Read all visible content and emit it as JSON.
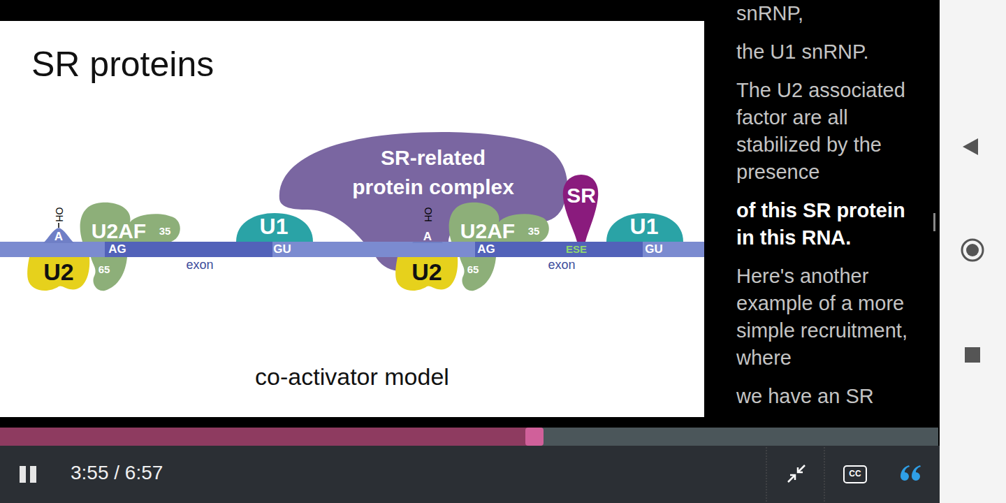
{
  "diagram": {
    "title": "SR proteins",
    "caption": "co-activator model",
    "nodes": [
      {
        "text": [
          "U2AF",
          "35",
          "65"
        ]
      },
      {
        "text": [
          "U2"
        ]
      },
      {
        "text": [
          "U1"
        ]
      },
      {
        "text": [
          "SR-related protein complex"
        ]
      },
      {
        "text": [
          "U2AF",
          "35",
          "65"
        ]
      },
      {
        "text": [
          "U2"
        ]
      },
      {
        "text": [
          "SR"
        ]
      },
      {
        "text": [
          "U1"
        ]
      }
    ],
    "labels": [
      "A",
      "OH",
      "AG",
      "exon",
      "GU",
      "A",
      "OH",
      "AG",
      "ESE",
      "exon",
      "GU",
      "snRNP,",
      "the U1 snRNP.",
      "The U2 associated factor are all stabilized by the presence",
      "of this SR protein in this RNA.",
      "Here's another example of a more simple recruitment, where",
      "we have an SR",
      "3:55 / 6:57",
      "CC"
    ]
  }
}
